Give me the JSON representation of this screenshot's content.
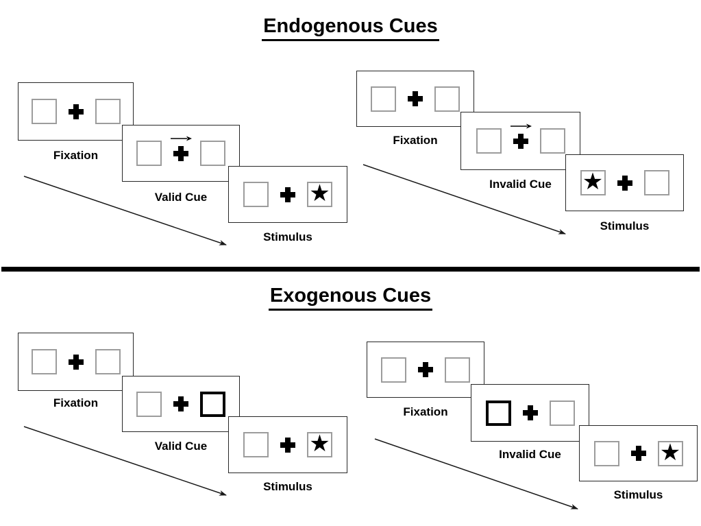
{
  "sections": [
    {
      "title": "Endogenous Cues",
      "groups": [
        {
          "name": "valid",
          "steps": [
            {
              "label": "Fixation"
            },
            {
              "label": "Valid Cue"
            },
            {
              "label": "Stimulus"
            }
          ]
        },
        {
          "name": "invalid",
          "steps": [
            {
              "label": "Fixation"
            },
            {
              "label": "Invalid Cue"
            },
            {
              "label": "Stimulus"
            }
          ]
        }
      ]
    },
    {
      "title": "Exogenous Cues",
      "groups": [
        {
          "name": "valid",
          "steps": [
            {
              "label": "Fixation"
            },
            {
              "label": "Valid Cue"
            },
            {
              "label": "Stimulus"
            }
          ]
        },
        {
          "name": "invalid",
          "steps": [
            {
              "label": "Fixation"
            },
            {
              "label": "Invalid Cue"
            },
            {
              "label": "Stimulus"
            }
          ]
        }
      ]
    }
  ],
  "glyphs": {
    "star": "★"
  },
  "colors": {
    "ink": "#000000",
    "panel_border": "#262626",
    "box_border": "#9c9c9c",
    "bold_box_border": "#000000",
    "background": "#ffffff"
  }
}
